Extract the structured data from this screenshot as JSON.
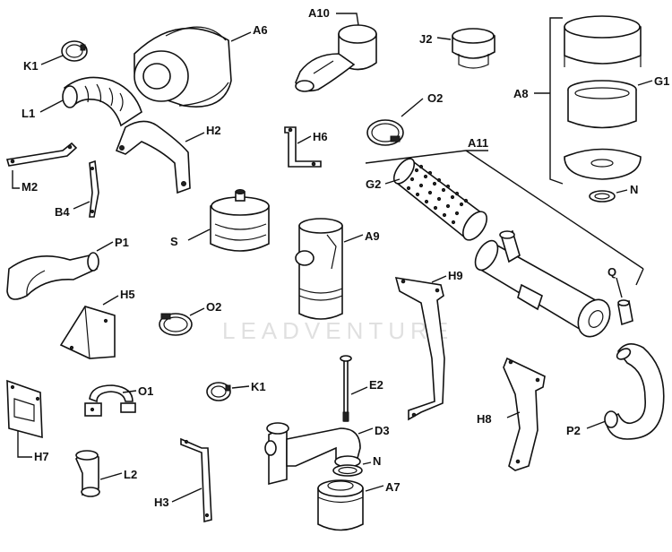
{
  "watermark": "LEADVENTURE",
  "parts": {
    "a6": "A6",
    "a10": "A10",
    "j2": "J2",
    "k1_top": "K1",
    "l1": "L1",
    "o2_top": "O2",
    "a8": "A8",
    "g1": "G1",
    "h2": "H2",
    "h6": "H6",
    "a11": "A11",
    "m2": "M2",
    "g2": "G2",
    "n_top": "N",
    "b4": "B4",
    "s": "S",
    "a9": "A9",
    "p1": "P1",
    "h9": "H9",
    "q": "Q",
    "h5": "H5",
    "o2_mid": "O2",
    "o1": "O1",
    "k1_bottom": "K1",
    "e2": "E2",
    "h7": "H7",
    "d3": "D3",
    "h8": "H8",
    "p2": "P2",
    "l2": "L2",
    "n_bottom": "N",
    "a7": "A7",
    "h3": "H3"
  }
}
